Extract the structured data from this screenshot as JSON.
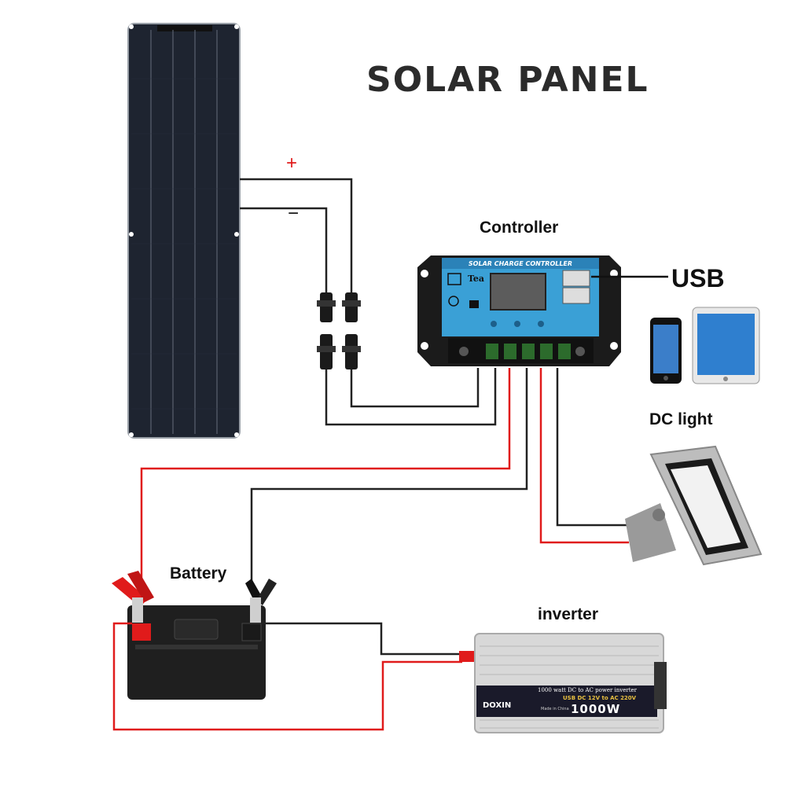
{
  "title": "SOLAR PANEL",
  "labels": {
    "plus": "+",
    "minus": "−",
    "controller": "Controller",
    "usb": "USB",
    "dc_light": "DC light",
    "battery": "Battery",
    "inverter": "inverter"
  },
  "controller_face": {
    "header": "SOLAR CHARGE CONTROLLER",
    "screen_text": "Tea"
  },
  "inverter_face": {
    "brand": "DOXIN",
    "line1": "1000 watt DC to AC power inverter",
    "line2": "USB DC 12V to AC 220V",
    "made_in": "Made in China",
    "rating": "1000W"
  },
  "colors": {
    "positive_wire": "#e01b1b",
    "negative_wire": "#222222",
    "panel": "#1e2430",
    "controller_face": "#3aa0d6"
  }
}
